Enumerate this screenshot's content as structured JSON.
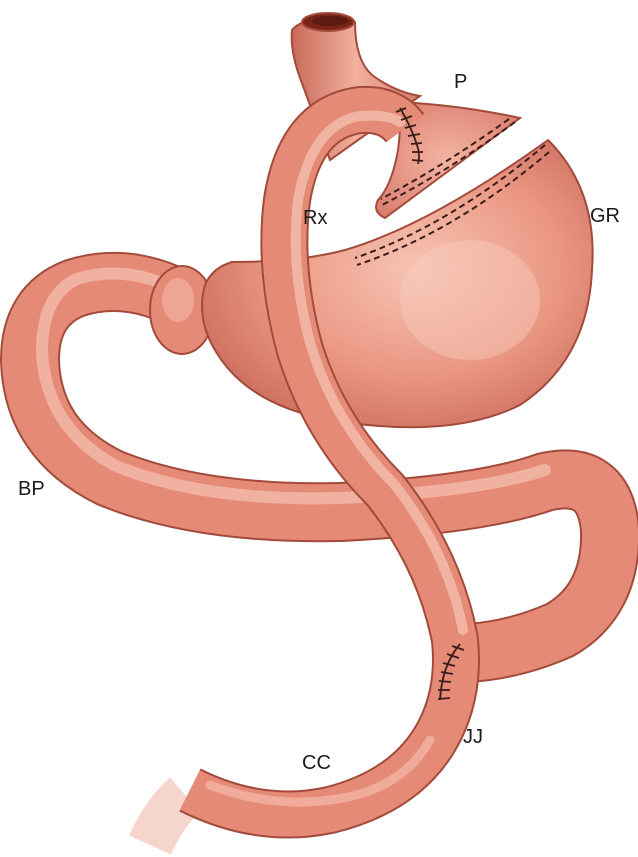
{
  "labels": {
    "pouch": "P",
    "gastric_remnant": "GR",
    "roux_limb": "Rx",
    "biliopancreatic_limb": "BP",
    "jejunojejunostomy": "JJ",
    "common_channel": "CC"
  },
  "colors": {
    "tissue": "#e58a76",
    "tissue_light": "#f4b8a6",
    "tissue_dark": "#b75a48",
    "outline": "#a24b3b",
    "lumen": "#7a2418",
    "staple": "#3a1d18",
    "background": "#ffffff"
  }
}
